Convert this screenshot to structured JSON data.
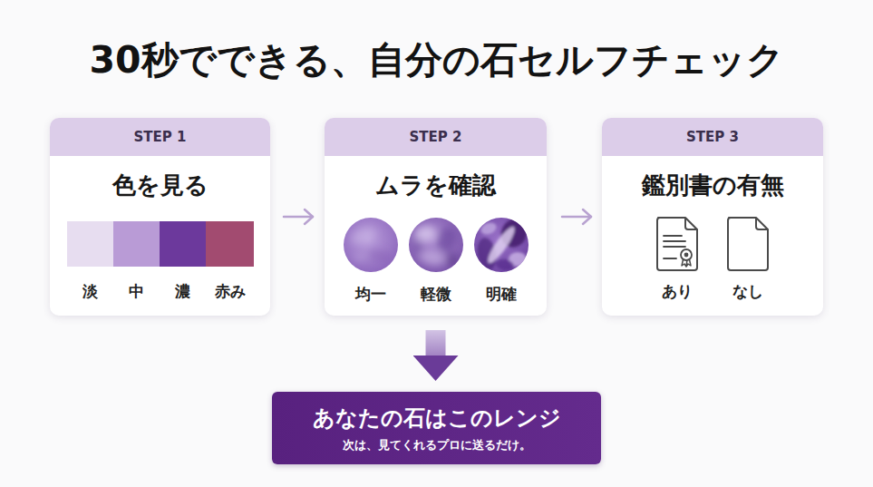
{
  "diagram": {
    "title": "30秒でできる、自分の石セルフチェック",
    "nodes": [
      {
        "text": [
          "STEP 1",
          "色を見る"
        ]
      },
      {
        "text": [
          "淡"
        ],
        "in": 0
      },
      {
        "text": [
          "中"
        ],
        "in": 0
      },
      {
        "text": [
          "濃"
        ],
        "in": 0
      },
      {
        "text": [
          "赤み"
        ],
        "in": 0
      },
      {
        "text": [
          "STEP 2",
          "ムラを確認"
        ]
      },
      {
        "text": [
          "均一"
        ],
        "in": 5
      },
      {
        "text": [
          "軽微"
        ],
        "in": 5
      },
      {
        "text": [
          "明確"
        ],
        "in": 5
      },
      {
        "text": [
          "STEP 3",
          "鑑別書の有無"
        ]
      },
      {
        "text": [
          "あり"
        ],
        "in": 9
      },
      {
        "text": [
          "なし"
        ],
        "in": 9
      },
      {
        "text": [
          "あなたの石はこのレンジ",
          "次は、見てくれるプロに送るだけ。"
        ]
      }
    ],
    "edges": [
      {
        "from": 0,
        "to": 5,
        "arrow": "to"
      },
      {
        "from": 5,
        "to": 9,
        "arrow": "to"
      },
      {
        "from": 5,
        "to": 12,
        "arrow": "to"
      }
    ]
  }
}
